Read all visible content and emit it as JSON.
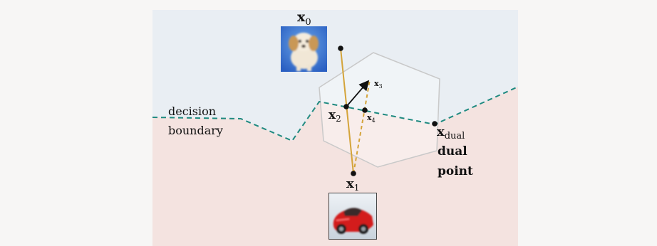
{
  "labels": {
    "x0": "x",
    "x0_sub": "0",
    "x1": "x",
    "x1_sub": "1",
    "x2": "x",
    "x2_sub": "2",
    "x3": "x",
    "x3_sub": "3",
    "x4": "x",
    "x4_sub": "4",
    "xdual": "x",
    "xdual_sub": "dual",
    "dual_point_line1": "dual",
    "dual_point_line2": "point",
    "decision_line1": "decision",
    "decision_line2": "boundary"
  },
  "images": {
    "x0": "puppy-dog-image",
    "x1": "red-sports-car-image"
  },
  "colors": {
    "upper_region": "#e9eef3",
    "lower_region": "#f4e3e0",
    "boundary": "#1f8a80",
    "path": "#d4a43a",
    "hexagon_stroke": "#c9c9c9",
    "arrow": "#111111"
  }
}
